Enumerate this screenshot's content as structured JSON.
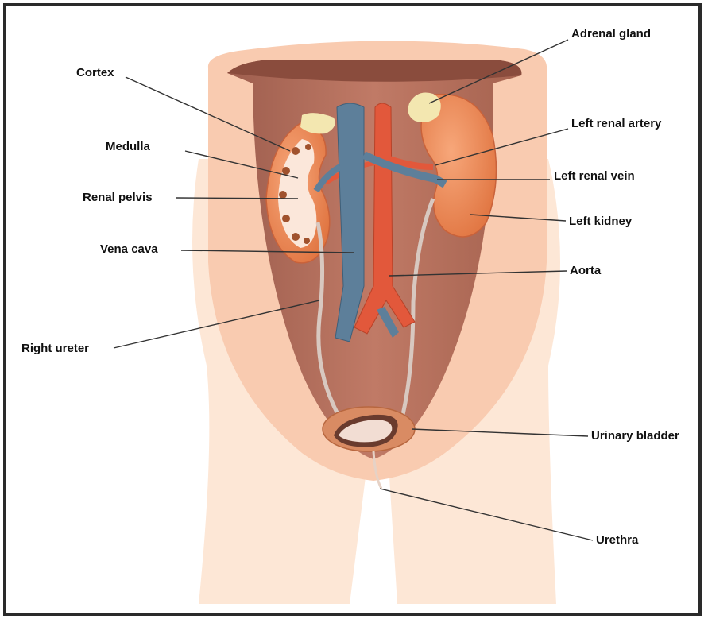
{
  "labels": {
    "adrenal_gland": "Adrenal gland",
    "cortex": "Cortex",
    "left_renal_artery": "Left renal artery",
    "medulla": "Medulla",
    "left_renal_vein": "Left renal vein",
    "renal_pelvis": "Renal pelvis",
    "left_kidney": "Left kidney",
    "vena_cava": "Vena cava",
    "aorta": "Aorta",
    "right_ureter": "Right ureter",
    "urinary_bladder": "Urinary bladder",
    "urethra": "Urethra"
  },
  "colors": {
    "skin_outer": "#fde3cf",
    "skin_mid": "#f8c5a8",
    "cavity": "#b97462",
    "kidney": "#f08a55",
    "vein": "#5d7f9a",
    "artery": "#e2583b",
    "adrenal": "#f3e7b0",
    "bladder": "#d98b63",
    "leader": "#333333"
  }
}
